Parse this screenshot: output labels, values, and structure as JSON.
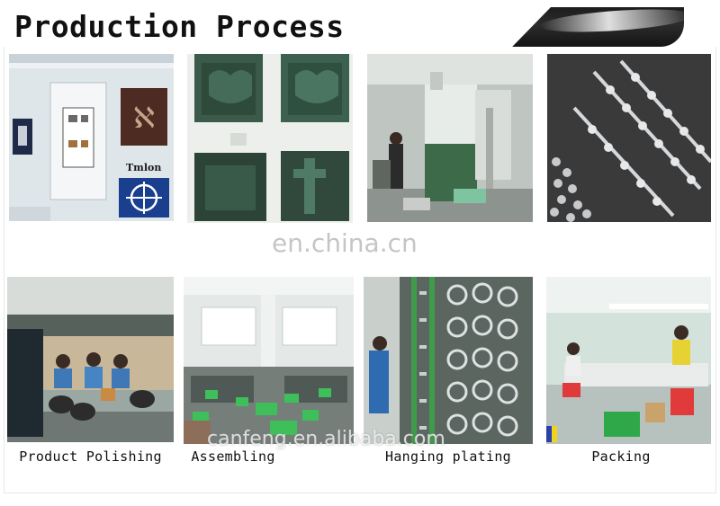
{
  "banner": {
    "title": "Production Process"
  },
  "row1": [
    {
      "id": "design"
    },
    {
      "id": "mold"
    },
    {
      "id": "die-casting"
    },
    {
      "id": "parts"
    }
  ],
  "row2": [
    {
      "id": "polishing",
      "caption": "Product Polishing"
    },
    {
      "id": "assembling",
      "caption": "Assembling"
    },
    {
      "id": "plating",
      "caption": "Hanging plating"
    },
    {
      "id": "packing",
      "caption": "Packing"
    }
  ],
  "watermarks": {
    "top": "en.china.cn",
    "bottom": "canfeng.en.alibaba.com"
  },
  "design_screen": {
    "logo_text": "Tmlon"
  },
  "colors": {
    "banner_dark": "#1d1d1d",
    "caption_text": "#111111",
    "watermark": "#969696"
  }
}
